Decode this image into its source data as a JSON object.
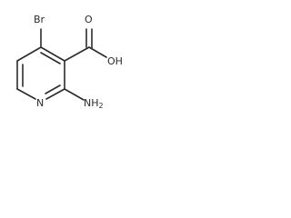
{
  "structure": {
    "atom_labels": {
      "bromine": "Br",
      "carbonyl_oxygen": "O",
      "hydroxyl": "OH",
      "ring_nitrogen": "N",
      "amino_n": "NH",
      "amino_h_count": "2"
    },
    "line_color": "#2b2b2b"
  }
}
